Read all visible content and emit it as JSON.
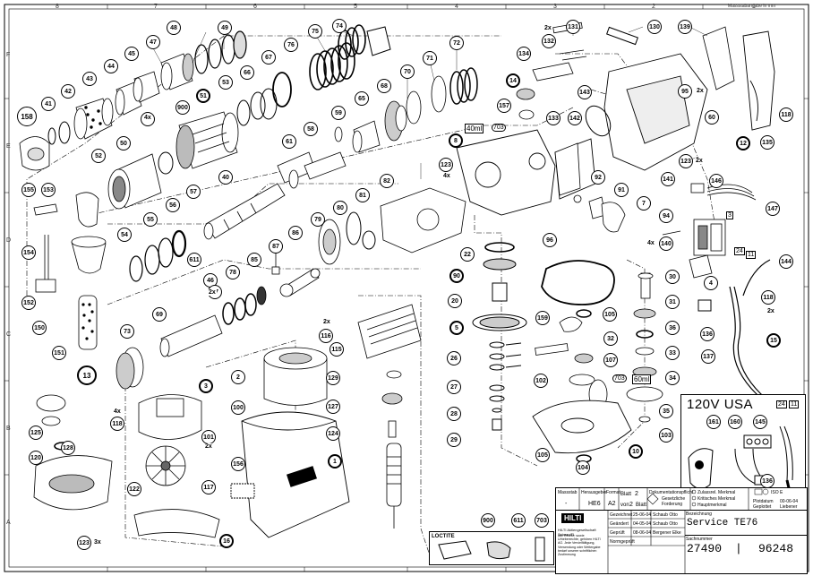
{
  "sheet": {
    "corner_note": "Massstabangabe in mm",
    "zone_letters": [
      "F",
      "E",
      "D",
      "C",
      "B",
      "A"
    ],
    "zone_numbers": [
      "8",
      "7",
      "6",
      "5",
      "4",
      "3",
      "2",
      "1"
    ]
  },
  "callouts": {
    "c158": "158",
    "c41": "41",
    "c42": "42",
    "c43": "43",
    "c44": "44",
    "c45": "45",
    "c47": "47",
    "c48": "48",
    "c49": "49",
    "c76": "76",
    "c75": "75",
    "c74": "74",
    "c72": "72",
    "c71": "71",
    "c70": "70",
    "c68": "68",
    "c67": "67",
    "c66": "66",
    "c65": "65",
    "c59": "59",
    "c58": "58",
    "c61": "61",
    "c53": "53",
    "c51": "51",
    "c50": "50",
    "c52": "52",
    "c57": "57",
    "c56": "56",
    "c55": "55",
    "c54": "54",
    "c40": "40",
    "c46": "46",
    "c611": "611",
    "c78": "78",
    "c85": "85",
    "c87": "87",
    "c86": "86",
    "c79": "79",
    "c80": "80",
    "c81": "81",
    "c82": "82",
    "c77": "77",
    "c69": "69",
    "c73": "73",
    "c13": "13",
    "c151": "151",
    "c150": "150",
    "c152": "152",
    "c154": "154",
    "c155": "155",
    "c153": "153",
    "c3": "3",
    "c118a": "118",
    "c101": "101",
    "c117": "117",
    "c122": "122",
    "c125": "125",
    "c128": "128",
    "c120": "120",
    "c123a": "123",
    "c16": "16",
    "c2": "2",
    "c100": "100",
    "c156": "156",
    "c116": "116",
    "c115": "115",
    "c129": "129",
    "c127": "127",
    "c124": "124",
    "c1": "1",
    "c8": "8",
    "c123b": "123",
    "c14": "14",
    "c157": "157",
    "c133": "133",
    "c131": "131",
    "c132": "132",
    "c134": "134",
    "c130": "130",
    "c139": "139",
    "c143": "143",
    "c142": "142",
    "c95a": "95",
    "c95b": "95",
    "c60": "60",
    "c12": "12",
    "c135": "135",
    "c118b": "118",
    "c123c": "123",
    "c141": "141",
    "c92": "92",
    "c91": "91",
    "c7": "7",
    "c94": "94",
    "c146": "146",
    "c147": "147",
    "c140": "140",
    "c4": "4",
    "c144": "144",
    "c118c": "118",
    "c136a": "136",
    "c137": "137",
    "c15": "15",
    "c22": "22",
    "c90": "90",
    "c20": "20",
    "c5": "5",
    "c26": "26",
    "c27": "27",
    "c28": "28",
    "c29": "29",
    "c96": "96",
    "c30": "30",
    "c31": "31",
    "c36": "36",
    "c105a": "105",
    "c159": "159",
    "c32": "32",
    "c107": "107",
    "c33": "33",
    "c102": "102",
    "c34": "34",
    "c35": "35",
    "c103": "103",
    "c10": "10",
    "c105b": "105",
    "c104": "104",
    "c900a": "900",
    "c161": "161",
    "c160": "160",
    "c145": "145",
    "c136b": "136"
  },
  "labels": {
    "qty_4x_95": "4x",
    "qty_2x_77": "2x",
    "qty_4x_123": "4x",
    "qty_2x_132": "2x",
    "qty_2x_95": "2x",
    "qty_2x_123": "2x",
    "qty_4x_140": "4x",
    "qty_2x_118": "2x",
    "qty_2x_116": "2x",
    "qty_4x_118": "4x",
    "qty_2x_117": "2x",
    "qty_3x_123": "3x",
    "grease_40ml": "40ml",
    "grease_703a": "703",
    "grease_703b": "703",
    "grease_60ml": "60ml",
    "box_3": "3",
    "box_24": "24",
    "box_11": "11",
    "box_24b": "24",
    "box_11b": "11"
  },
  "inset": {
    "title": "120V USA"
  },
  "loctite": {
    "label": "LOCTITE",
    "items": [
      "900",
      "611",
      "703"
    ]
  },
  "titleblock": {
    "massstab": "Massstab",
    "massstab_val": "-",
    "herausgeber": "Herausgeber",
    "herausgeber_val": "HE6",
    "format": "Format",
    "format_val": "A2",
    "blatt": "Blatt",
    "blatt_val": "2",
    "von": "von",
    "von_val": "2",
    "blatt2": "Blatt",
    "dokumentation": "Dokumentationspflicht",
    "gesetzlich": "Gesetzliche Forderung",
    "zulassrel": "Zulassrel. Merkmal",
    "kritisch": "Kritisches Merkmal",
    "haupt": "Hauptmerkmal",
    "projection": "ISO E",
    "plotdatum": "Plotdatum",
    "plotdatum_val": "00-06-04",
    "geplottet": "Geplottet",
    "geplottet_val": "Liebener",
    "gezeichnet": "Gezeichnet",
    "gezeichnet_date": "25-06-04",
    "gezeichnet_name": "Schaub Otto",
    "geaendert": "Geändert",
    "geaendert_date": "04-05-04",
    "geaendert_name": "Schaub Otto",
    "geprueft": "Geprüft",
    "geprueft_date": "08-06-04",
    "geprueft_name": "Bergener Elke",
    "normgeprueft": "Normgeprüft",
    "bezeichnung": "Bezeichnung",
    "service": "Service TE76",
    "sachnummer": "Sachnummer",
    "number_a": "27490",
    "number_sep": "|",
    "number_b": "96248",
    "company": "HILTI Aktiengesellschaft Schaan/FL",
    "copyright": "Alle Rechte, sowie Urheberrechte, gehören HILTI AG. Jede Vervielfältigung, Verwendung oder Weitergabe bedarf unserer schriftlichen Zustimmung",
    "logo": "HILTI"
  }
}
